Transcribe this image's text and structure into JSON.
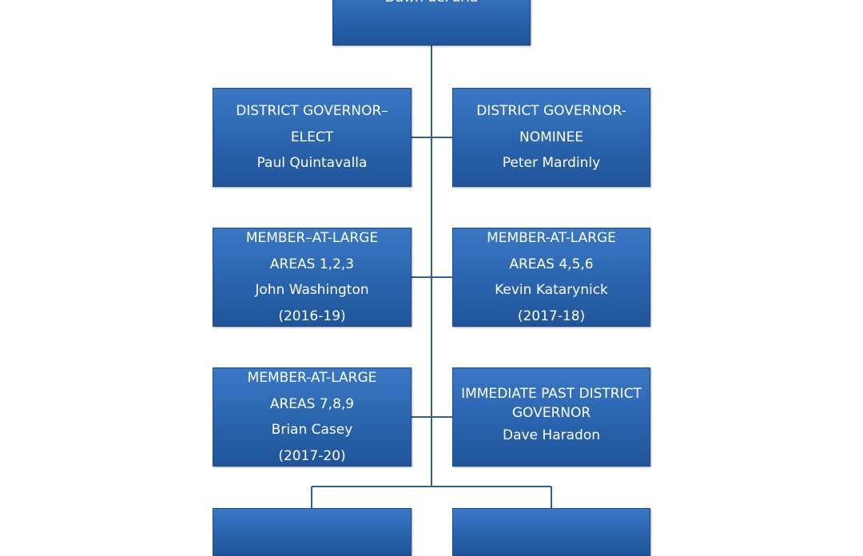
{
  "nodes": {
    "governor": {
      "name": "Dawn deFuria"
    },
    "dg_elect": {
      "title_line1": "DISTRICT GOVERNOR–",
      "title_line2": "ELECT",
      "name": "Paul Quintavalla"
    },
    "dg_nominee": {
      "title_line1": "DISTRICT GOVERNOR-",
      "title_line2": "NOMINEE",
      "name": "Peter Mardinly"
    },
    "mal_123": {
      "title_line1": "MEMBER–AT-LARGE",
      "title_line2": "AREAS 1,2,3",
      "name": "John Washington",
      "term": "(2016-19)"
    },
    "mal_456": {
      "title_line1": "MEMBER-AT-LARGE",
      "title_line2": "AREAS 4,5,6",
      "name": "Kevin Katarynick",
      "term": "(2017-18)"
    },
    "mal_789": {
      "title_line1": "MEMBER-AT-LARGE",
      "title_line2": "AREAS 7,8,9",
      "name": "Brian Casey",
      "term": "(2017-20)"
    },
    "ipdg": {
      "title_line1": "IMMEDIATE PAST DISTRICT",
      "title_line2": "GOVERNOR",
      "name": "Dave Haradon"
    }
  },
  "colors": {
    "box": "#2a64ae",
    "border": "#1e4a88",
    "connector": "#2e5f9e",
    "text": "#ffffff"
  }
}
